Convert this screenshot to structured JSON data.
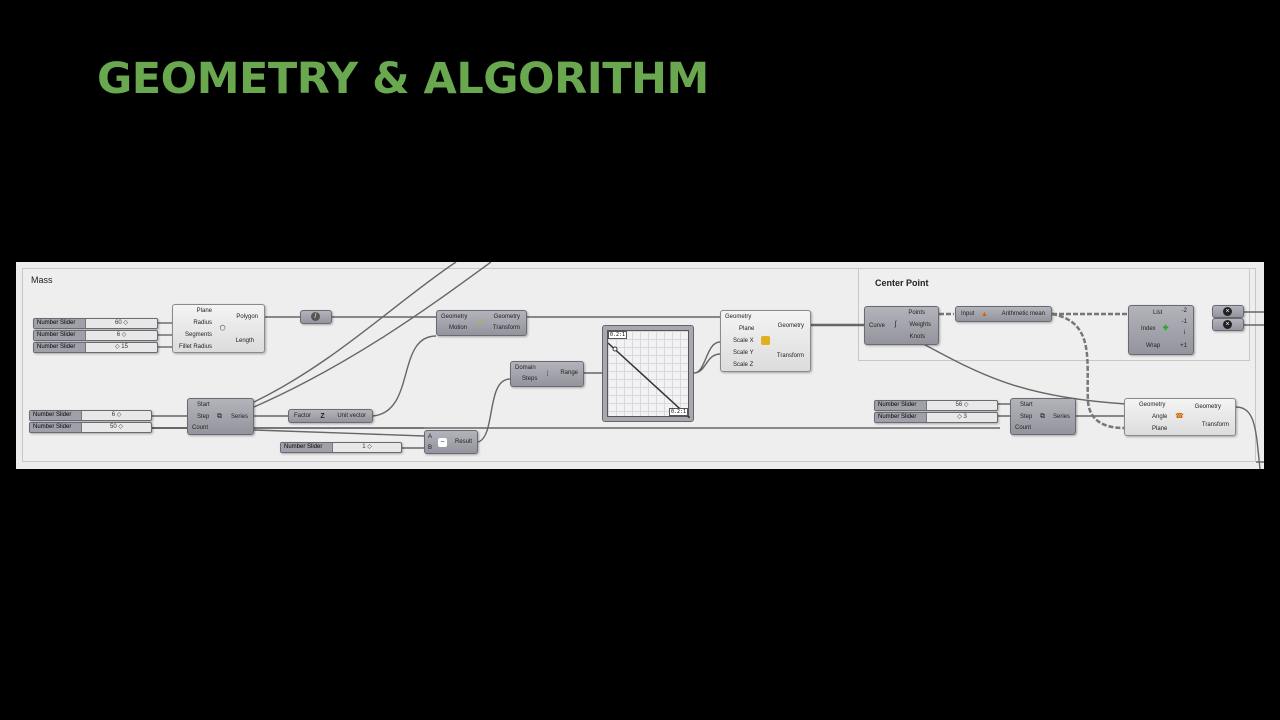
{
  "slide": {
    "title": "GEOMETRY & ALGORITHM"
  },
  "groups": {
    "mass": "Mass",
    "center_point": "Center Point"
  },
  "sliders": [
    {
      "label": "Number Slider",
      "value": "60 ◇"
    },
    {
      "label": "Number Slider",
      "value": "6 ◇"
    },
    {
      "label": "Number Slider",
      "value": "◇ 15"
    },
    {
      "label": "Number Slider",
      "value": "6 ◇"
    },
    {
      "label": "Number Slider",
      "value": "50 ◇"
    },
    {
      "label": "Number Slider",
      "value": "1 ◇"
    },
    {
      "label": "Number Slider",
      "value": "56 ◇"
    },
    {
      "label": "Number Slider",
      "value": "◇ 3"
    }
  ],
  "polygon": {
    "inputs": [
      "Plane",
      "Radius",
      "Segments",
      "Fillet Radius"
    ],
    "outputs": [
      "Polygon",
      "Length"
    ]
  },
  "move": {
    "inputs": [
      "Geometry",
      "Motion"
    ],
    "outputs": [
      "Geometry",
      "Transform"
    ]
  },
  "series1": {
    "inputs": [
      "Start",
      "Step",
      "Count"
    ],
    "output": "Series"
  },
  "unit_vector": {
    "input": "Factor",
    "output": "Unit vector"
  },
  "subtraction": {
    "inputs": [
      "A",
      "B"
    ],
    "output": "Result",
    "symbol": "−"
  },
  "range": {
    "inputs": [
      "Domain",
      "Steps"
    ],
    "output": "Range"
  },
  "graph_mapper": {
    "top_label": "0.2:1",
    "bottom_label": "0.2:1"
  },
  "scale": {
    "inputs": [
      "Geometry",
      "Plane",
      "Scale X",
      "Scale Y",
      "Scale Z"
    ],
    "outputs": [
      "Geometry",
      "Transform"
    ]
  },
  "control_points": {
    "input": "Curve",
    "outputs": [
      "Points",
      "Weights",
      "Knots"
    ]
  },
  "average": {
    "input": "Input",
    "output": "Arithmetic mean"
  },
  "list_item": {
    "inputs": [
      "List",
      "Index",
      "Wrap"
    ],
    "outputs": [
      "-2",
      "-1",
      "i",
      "+1"
    ]
  },
  "series2": {
    "inputs": [
      "Start",
      "Step",
      "Count"
    ],
    "output": "Series"
  },
  "rotate": {
    "inputs": [
      "Geometry",
      "Angle",
      "Plane"
    ],
    "outputs": [
      "Geometry",
      "Transform"
    ]
  }
}
